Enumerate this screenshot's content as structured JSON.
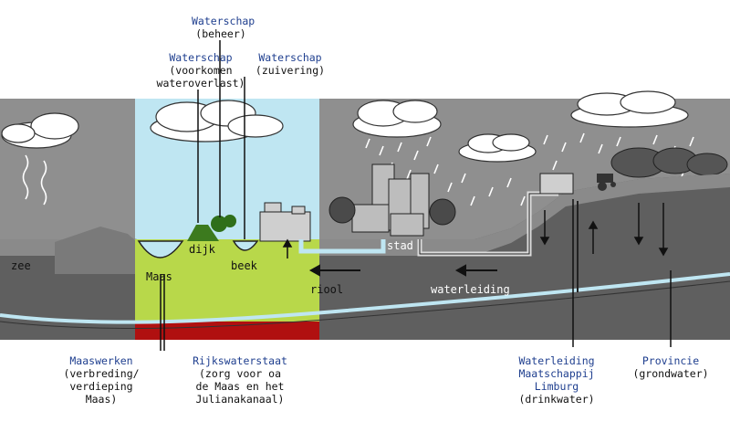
{
  "colors": {
    "sky": "#8f8f8f",
    "sky_highlight": "#bfe6f2",
    "ground_dark": "#5f5f5f",
    "ground_mid": "#8a8a8a",
    "green_zone": "#b8d84a",
    "red_layer": "#b01010",
    "water": "#bfe6f2",
    "label_blue": "#1f3f8f"
  },
  "labels": {
    "waterschap_beheer": {
      "org": "Waterschap",
      "desc": "(beheer)"
    },
    "waterschap_overlast": {
      "org": "Waterschap",
      "desc1": "(voorkomen",
      "desc2": "wateroverlast)"
    },
    "waterschap_zuivering": {
      "org": "Waterschap",
      "desc": "(zuivering)"
    },
    "maaswerken": {
      "org": "Maaswerken",
      "desc1": "(verbreding/",
      "desc2": "verdieping",
      "desc3": "Maas)"
    },
    "rijkswaterstaat": {
      "org": "Rijkswaterstaat",
      "desc1": "(zorg voor oa",
      "desc2": "de Maas en het",
      "desc3": "Julianakanaal)"
    },
    "wml": {
      "org1": "Waterleiding",
      "org2": "Maatschappij",
      "org3": "Limburg",
      "desc": "(drinkwater)"
    },
    "provincie": {
      "org": "Provincie",
      "desc": "(grondwater)"
    }
  },
  "scene_labels": {
    "zee": "zee",
    "dijk": "dijk",
    "maas": "Maas",
    "beek": "beek",
    "riool": "riool",
    "stad": "stad",
    "waterleiding": "waterleiding"
  }
}
